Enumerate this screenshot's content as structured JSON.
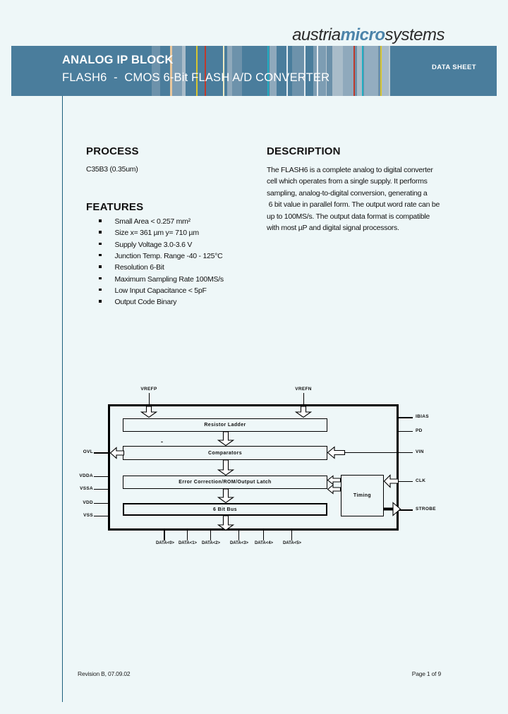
{
  "page": {
    "bg": "#eef7f8"
  },
  "logo": {
    "part1": "austria",
    "part2": "micro",
    "part3": "systems",
    "accent_color": "#4c84aa",
    "text_color": "#2b2b2b"
  },
  "banner": {
    "title": "ANALOG IP BLOCK",
    "subtitle": "FLASH6  -  CMOS 6-Bit FLASH A/D CONVERTER",
    "badge": "DATA SHEET",
    "color": "#4a7d9c"
  },
  "process": {
    "heading": "PROCESS",
    "value": "C35B3 (0.35um)"
  },
  "features": {
    "heading": "FEATURES",
    "items": [
      "Small Area < 0.257 mm²",
      "Size x= 361 µm y= 710 µm",
      "Supply Voltage 3.0-3.6 V",
      "Junction Temp. Range -40 - 125°C",
      "Resolution 6-Bit",
      "Maximum Sampling Rate 100MS/s",
      "Low Input Capacitance < 5pF",
      "Output Code Binary"
    ]
  },
  "description": {
    "heading": "DESCRIPTION",
    "lines": [
      "The FLASH6 is a complete analog to digital converter",
      "cell which operates from a single supply. It performs",
      "sampling, analog-to-digital conversion, generating a",
      " 6 bit value in parallel form. The output word rate can be",
      "up to 100MS/s. The output data format is compatible",
      "with most µP and digital signal processors."
    ]
  },
  "diagram": {
    "top_pins": [
      "VREFP",
      "VREFN"
    ],
    "blocks": {
      "resistor_ladder": "Resistor Ladder",
      "comparators": "Comparators",
      "error_correction": "Error Correction/ROM/Output Latch",
      "bus": "6 Bit Bus",
      "timing": "Timing"
    },
    "comparator_sign": "-",
    "left_pins": [
      "OVL",
      "VDDA",
      "VSSA",
      "VDD",
      "VSS"
    ],
    "right_pins": [
      "IBIAS",
      "PD",
      "VIN",
      "CLK",
      "STROBE"
    ],
    "bottom_pins": [
      "DATA<0>",
      "DATA<1>",
      "DATA<2>",
      "DATA<3>",
      "DATA<4>",
      "DATA<5>"
    ]
  },
  "footer": {
    "left": "Revision B, 07.09.02",
    "right": "Page 1 of 9"
  }
}
